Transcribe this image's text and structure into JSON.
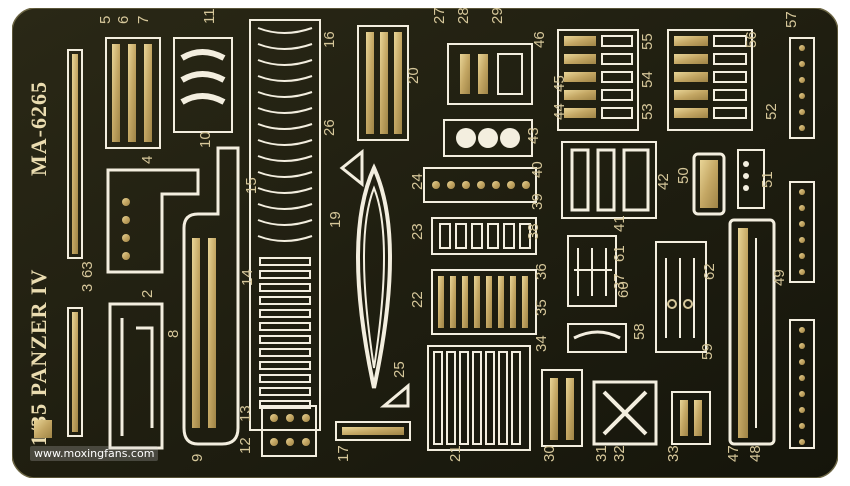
{
  "fret": {
    "title": "1/35 PANZER IV",
    "code": "MA-6265",
    "watermark": "www.moxingfans.com",
    "colors": {
      "base": "#1e1d11",
      "brass": "#c9ae6e",
      "sheen": "#eedfae",
      "outline": "#f3eedf"
    }
  },
  "part_numbers": [
    "2",
    "3",
    "4",
    "5",
    "6",
    "7",
    "8",
    "9",
    "10",
    "11",
    "12",
    "13",
    "14",
    "15",
    "16",
    "17",
    "19",
    "20",
    "21",
    "22",
    "23",
    "24",
    "25",
    "26",
    "27",
    "28",
    "29",
    "30",
    "31",
    "32",
    "33",
    "34",
    "35",
    "36",
    "37",
    "38",
    "39",
    "40",
    "41",
    "42",
    "43",
    "44",
    "45",
    "46",
    "47",
    "48",
    "49",
    "50",
    "51",
    "52",
    "53",
    "54",
    "55",
    "56",
    "57",
    "58",
    "59",
    "60",
    "61",
    "62",
    "63"
  ]
}
